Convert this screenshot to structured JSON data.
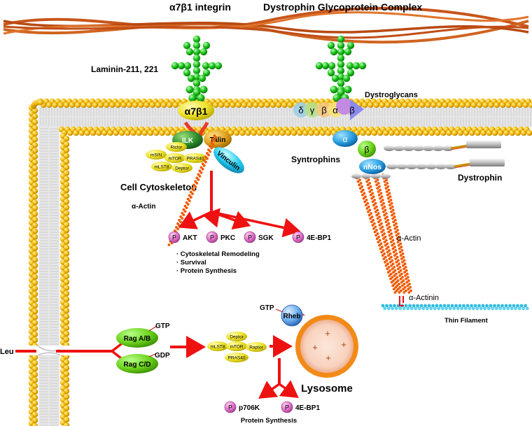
{
  "colors": {
    "membrane_gold": "#f0b400",
    "membrane_edge": "#c98a00",
    "core_gray": "#d9d9d9",
    "ecm_orange": "#c8551a",
    "laminin_green": "#1fc41f",
    "arrow_red": "#ee1111",
    "actin_orange": "#ef5a00",
    "thin_filament": "#33bbdd",
    "phospho_pink": "#e070c8",
    "lysosome_orange": "#f28a18",
    "lysosome_inner": "#f8d2be"
  },
  "header": {
    "integrin_title": "α7β1 integrin",
    "dgc_title": "Dystrophin Glycoprotein Complex"
  },
  "labels": {
    "laminin": "Laminin-211, 221",
    "integrin_receptor": "α7β1",
    "dystroglycans": "Dystroglycans",
    "dg_delta": "δ",
    "dg_gamma": "γ",
    "dg_beta": "β",
    "dg_alpha": "α",
    "dg_beta2": "β",
    "ilk": "ILK",
    "talin": "Talin",
    "vinculin": "Vinculin",
    "rictor": "Rictor",
    "msin": "mSIN",
    "mtor": "mTOR",
    "pras40": "PRAS40",
    "mlst8": "mLST8",
    "deptor": "Deptor",
    "cell_cytoskeleton": "Cell Cytoskeleton",
    "alpha_actin_left": "α-Actin",
    "alpha_actin_right": "α-Actin",
    "alpha_actinin": "α-Actinin",
    "thin_filament": "Thin Filament",
    "syntrophins": "Syntrophins",
    "syn_alpha": "α",
    "syn_beta": "β",
    "nnos": "nNos",
    "dystrophin": "Dystrophin",
    "p": "P",
    "akt": "AKT",
    "pkc": "PKC",
    "sgk": "SGK",
    "eb1_top": "4E-BP1",
    "bullet_1": "· Cytoskeletal Remodeling",
    "bullet_2": "· Survival",
    "bullet_3": "· Protein Synthesis",
    "leu": "Leu",
    "rag_ab": "Rag A/B",
    "rag_cd": "Rag C/D",
    "gtp_rag": "GTP",
    "gdp_rag": "GDP",
    "c1_deptor": "Deptor",
    "c1_mlst8": "mLST8",
    "c1_mtor": "mTOR",
    "c1_raptor": "Raptor",
    "c1_pras40": "PRAS40",
    "gtp_rheb": "GTP",
    "rheb": "Rheb",
    "lysosome": "Lysosome",
    "plus": "+",
    "p70": "p706K",
    "eb1_bottom": "4E-BP1",
    "protein_synthesis": "Protein Synthesis"
  }
}
